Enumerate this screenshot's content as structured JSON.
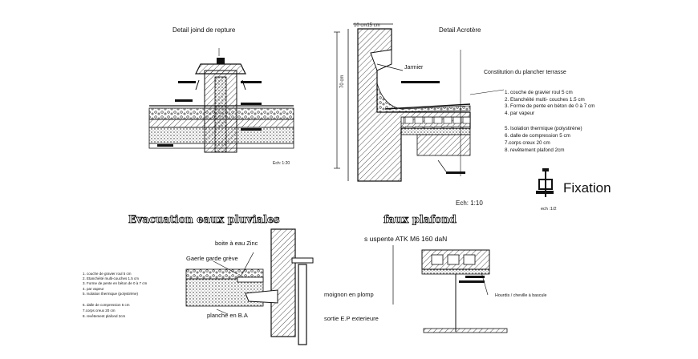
{
  "details": {
    "joint_title": "Detail    joind de repture",
    "joint_scale": "Ech: 1:20",
    "acrotere_title": "Detail  Acrotère",
    "acrotere_dim_top": "10  cm15  cm",
    "acrotere_dim_side": "70  cm",
    "jarmier_label": "Jarmier",
    "acrotere_scale": "Ech: 1:10"
  },
  "plancher": {
    "heading": "Constitution du  plancher terrasse",
    "layers": [
      "1. couche de gravier roul 5 cm",
      "2. Etanchéité multi- couches 1.5 cm",
      "3. Forme de pente en béton de 0 à 7 cm",
      "4. par vapeur",
      "5. Isolation thermique (polystirène)",
      "6. dalle de compression 5 cm",
      "7.corps creux 20 cm",
      "8. revêtement plafond  2cm"
    ]
  },
  "fixation": {
    "title": "Fixation",
    "scale": "ech :1/2"
  },
  "evacuation": {
    "title": "Evacuation eaux  pluviales",
    "boite_label": "boite à eau Zinc",
    "gaerle_label": "Gaerle garde grève",
    "layers": [
      "1. couche de gravier roul 5 cm",
      "2. Etanchéité multi-couches 1.5 cm",
      "3. Forme de pente en béton de 0 à 7 cm",
      "4. par vapeur",
      "5. Isolation thermique (polystirène)",
      "6. dalle de compression 5 cm",
      "7.corps creux 20 cm",
      "8. revêtement plafond  2cm"
    ],
    "moignon_label": "moignon en plomp",
    "planche_label": "planche en B.A",
    "sortie_label": "sortie E.P exterieure"
  },
  "faux_plafond": {
    "title": "faux plafond",
    "suspente_label": "s uspente   ATK M6  160 daN",
    "hourdis_label": "Hourdis / cheville à bascule"
  }
}
